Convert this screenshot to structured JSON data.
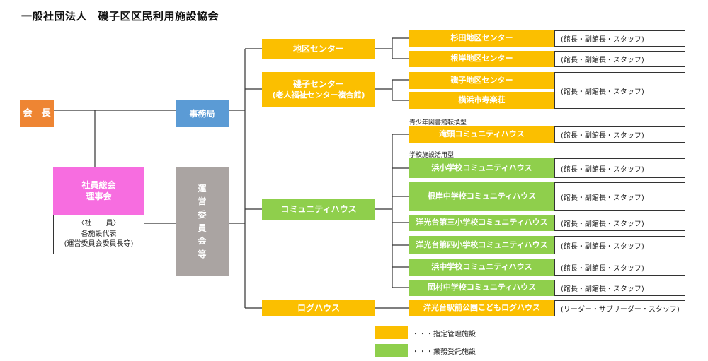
{
  "title": "一般社団法人　磯子区区民利用施設協会",
  "chairman": "会　長",
  "secretariat": "事務局",
  "board": {
    "title_line1": "社員総会",
    "title_line2": "理事会",
    "members_line1": "〈社　　員〉",
    "members_line2": "各施設代表",
    "members_line3": "(運営委員会委員長等)"
  },
  "committee": [
    "運",
    "営",
    "委",
    "員",
    "会",
    "等"
  ],
  "categories": {
    "district": "地区センター",
    "isogo_line1": "磯子センター",
    "isogo_line2": "(老人福祉センター複合館)",
    "community": "コミュニティハウス",
    "loghouse": "ログハウス"
  },
  "notes": {
    "library_type": "青少年図書館転換型",
    "school_type": "学校施設活用型"
  },
  "facilities": [
    {
      "name": "杉田地区センター",
      "staff": "(館長・副館長・スタッフ)"
    },
    {
      "name": "根岸地区センター",
      "staff": "(館長・副館長・スタッフ)"
    },
    {
      "name": "磯子地区センター",
      "staff": "(館長・副館長・スタッフ)"
    },
    {
      "name": "横浜市寿楽荘",
      "staff": ""
    },
    {
      "name": "滝頭コミュニティハウス",
      "staff": "(館長・副館長・スタッフ)"
    },
    {
      "name": "浜小学校コミュニティハウス",
      "staff": "(館長・副館長・スタッフ)"
    },
    {
      "name": "根岸中学校コミュニティハウス",
      "staff": "(館長・副館長・スタッフ)"
    },
    {
      "name": "洋光台第三小学校コミュニティハウス",
      "staff": "(館長・副館長・スタッフ)"
    },
    {
      "name": "洋光台第四小学校コミュニティハウス",
      "staff": "(館長・副館長・スタッフ)"
    },
    {
      "name": "浜中学校コミュニティハウス",
      "staff": "(館長・副館長・スタッフ)"
    },
    {
      "name": "岡村中学校コミュニティハウス",
      "staff": "(館長・副館長・スタッフ)"
    },
    {
      "name": "洋光台駅前公園こどもログハウス",
      "staff": "(リーダー・サブリーダー・スタッフ)"
    }
  ],
  "legend": {
    "designated": "・・・指定管理施設",
    "contracted": "・・・業務受託施設"
  },
  "colors": {
    "designated": "#fbbf00",
    "contracted": "#8fcf4c",
    "chairman": "#ee8533",
    "secretariat": "#5b9bd5",
    "board": "#f76de0",
    "committee": "#aaa4a2"
  }
}
